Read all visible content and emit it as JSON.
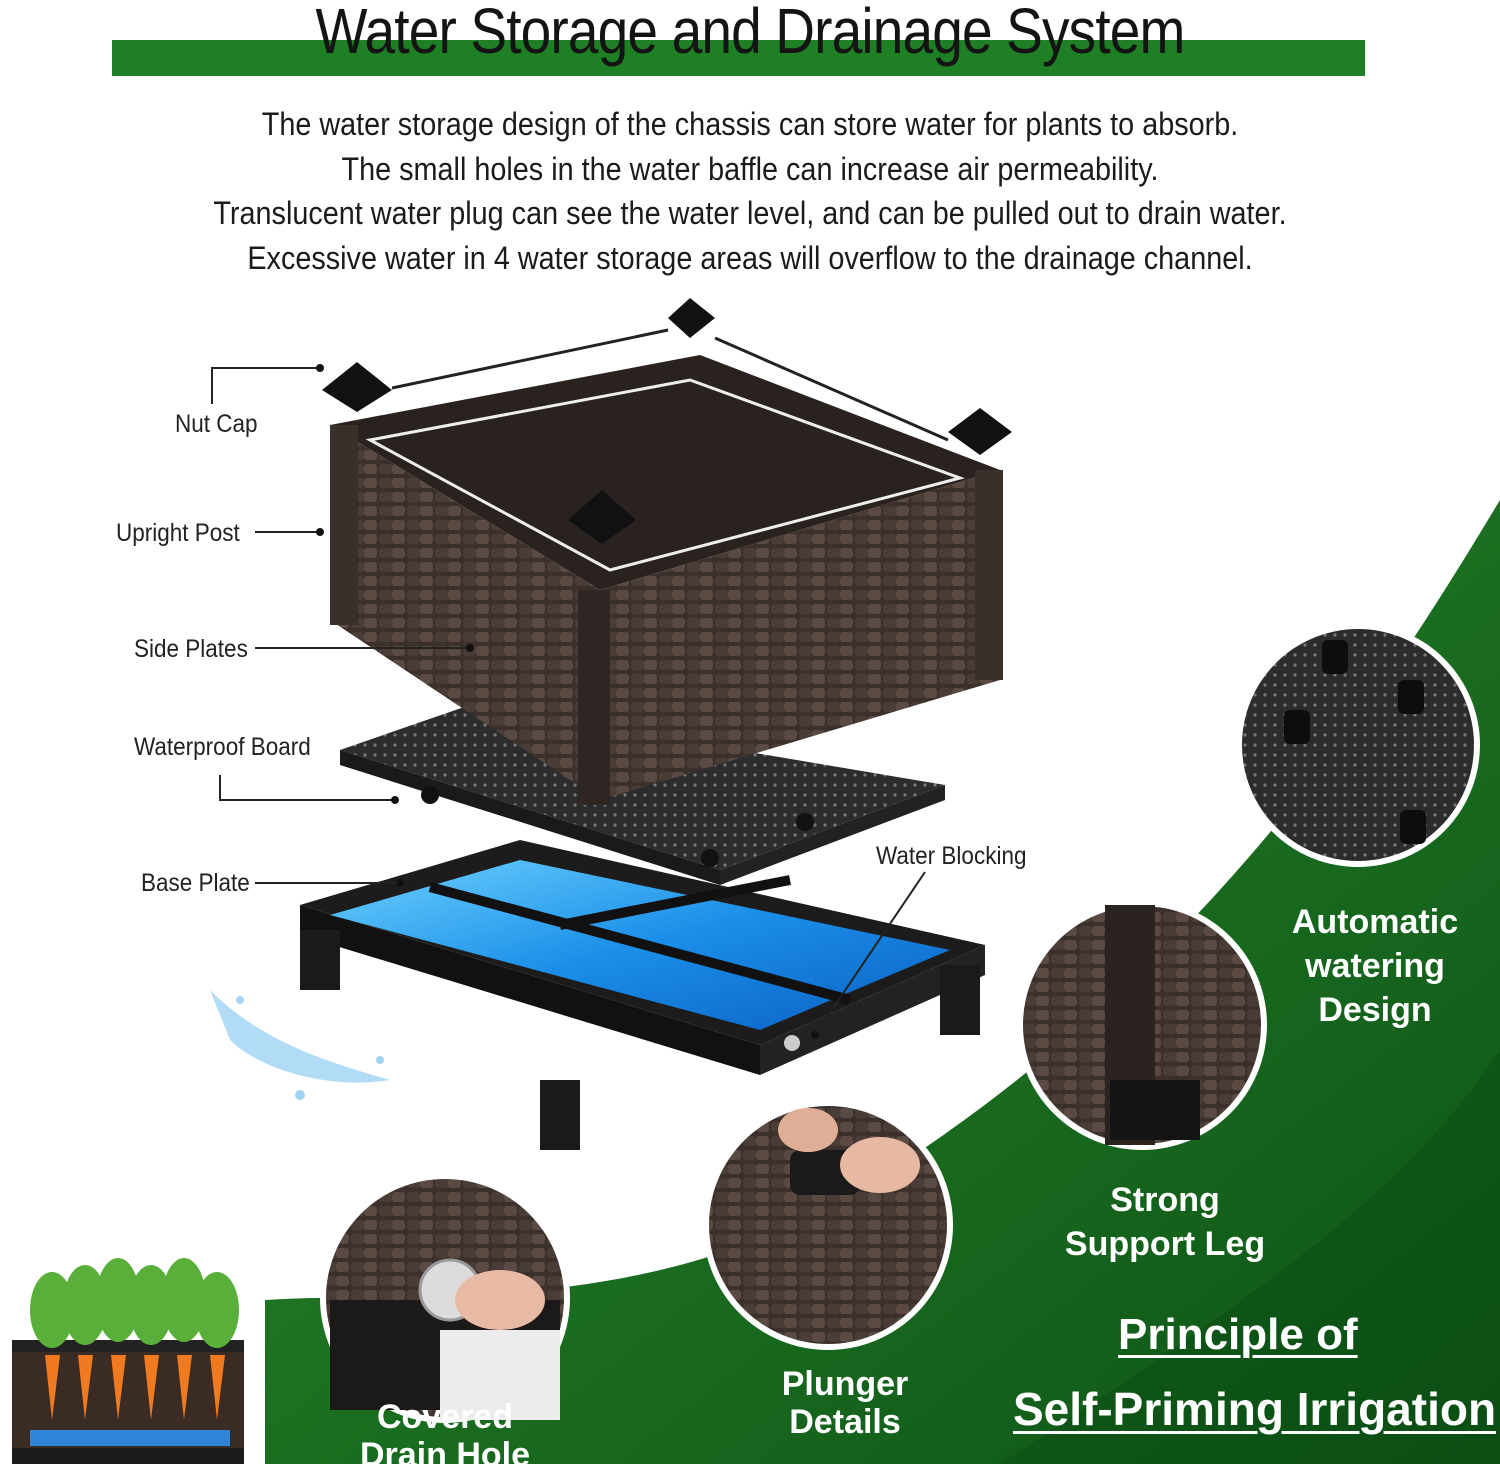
{
  "header": {
    "title": "Water Storage and Drainage System",
    "intro_lines": [
      "The water storage design of the chassis can store water for plants to absorb.",
      "The small holes in the water baffle can increase air permeability.",
      "Translucent water plug can see the water level, and can be pulled out to drain water.",
      "Excessive water in 4 water storage areas will overflow to the drainage channel."
    ]
  },
  "parts": {
    "nut_cap": "Nut Cap",
    "upright_post": "Upright Post",
    "side_plates": "Side Plates",
    "waterproof_board": "Waterproof Board",
    "base_plate": "Base Plate",
    "water_blocking": "Water Blocking"
  },
  "features": {
    "automatic_watering": [
      "Automatic",
      "watering",
      "Design"
    ],
    "strong_leg": [
      "Strong",
      "Support Leg"
    ],
    "principle": [
      "Principle of",
      "Self-Priming Irrigation"
    ],
    "plunger": [
      "Plunger",
      "Details"
    ],
    "drain_hole": [
      "Covered",
      "Drain Hole"
    ]
  },
  "colors": {
    "brand_green": "#1e7f25",
    "dark_green": "#0f5a16",
    "planter_brown": "#3a2f2b",
    "water_blue": "#2a8fe6"
  }
}
